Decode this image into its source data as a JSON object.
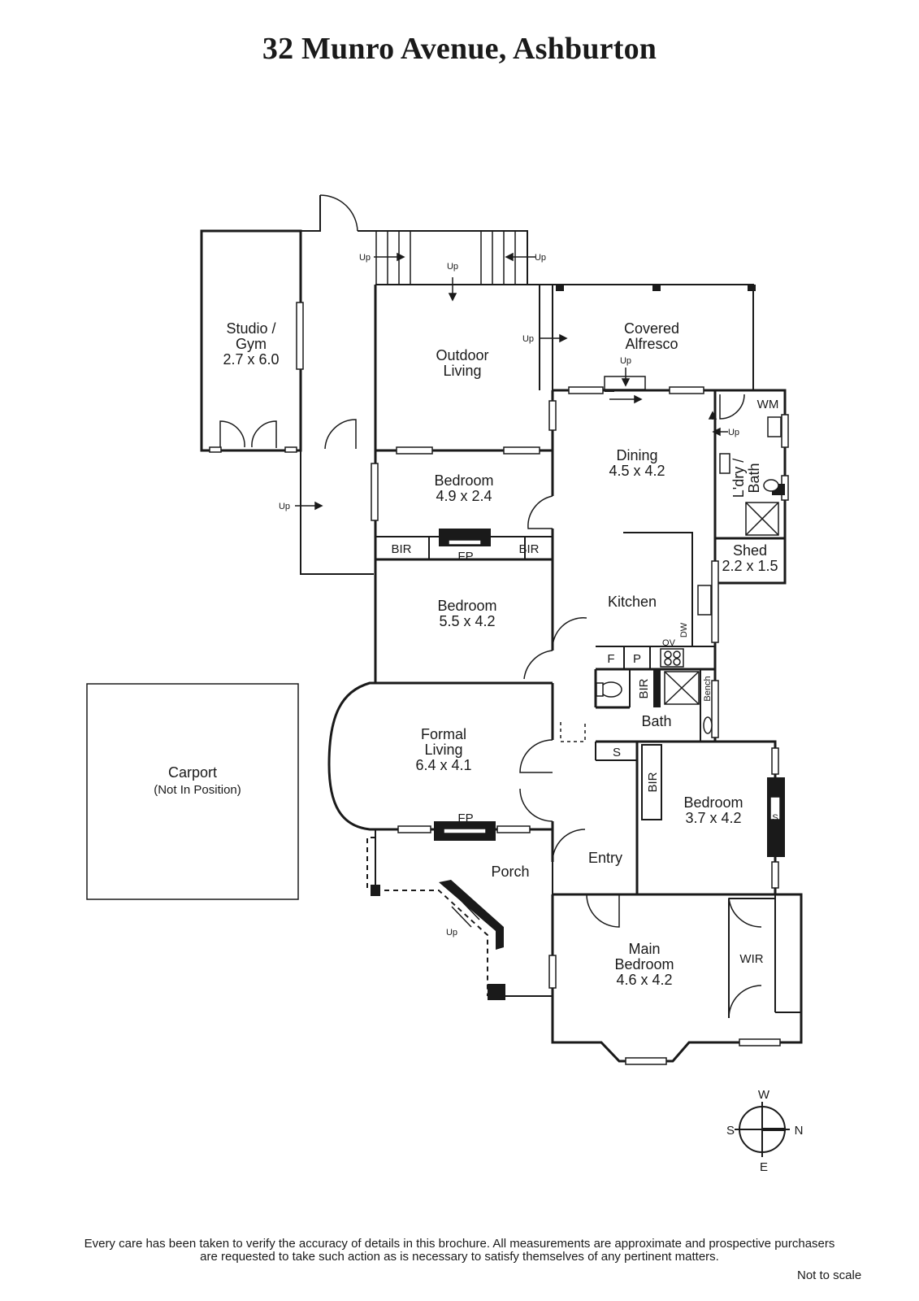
{
  "title": "32 Munro Avenue, Ashburton",
  "rooms": {
    "studio": {
      "name": "Studio /",
      "name2": "Gym",
      "dims": "2.7 x 6.0"
    },
    "outdoor": {
      "name": "Outdoor",
      "name2": "Living"
    },
    "alfresco": {
      "name": "Covered",
      "name2": "Alfresco"
    },
    "dining": {
      "name": "Dining",
      "dims": "4.5 x 4.2"
    },
    "bedroom_small": {
      "name": "Bedroom",
      "dims": "4.9 x 2.4"
    },
    "bedroom_mid": {
      "name": "Bedroom",
      "dims": "5.5 x 4.2"
    },
    "kitchen": {
      "name": "Kitchen"
    },
    "laundry": {
      "name": "L'dry /",
      "name2": "Bath"
    },
    "shed": {
      "name": "Shed",
      "dims": "2.2 x 1.5"
    },
    "formal": {
      "name": "Formal",
      "name2": "Living",
      "dims": "6.4 x 4.1"
    },
    "carport": {
      "name": "Carport",
      "note": "(Not In Position)"
    },
    "bath": {
      "name": "Bath"
    },
    "bedroom_east": {
      "name": "Bedroom",
      "dims": "3.7 x 4.2"
    },
    "entry": {
      "name": "Entry"
    },
    "porch": {
      "name": "Porch"
    },
    "main": {
      "name": "Main",
      "name2": "Bedroom",
      "dims": "4.6 x 4.2"
    },
    "wir": {
      "name": "WIR"
    }
  },
  "fixtures": {
    "up": "Up",
    "bir": "BIR",
    "fp": "FP",
    "wm": "WM",
    "f": "F",
    "p": "P",
    "s": "S",
    "ov": "OV",
    "dw": "DW",
    "bench": "Bench"
  },
  "compass": {
    "w": "W",
    "s": "S",
    "n": "N",
    "e": "E"
  },
  "disclaimer": {
    "line1": "Every care has been taken to verify the accuracy of details in this brochure.  All measurements are approximate and prospective purchasers",
    "line2": "are requested to take such action as is necessary to satisfy themselves of any pertinent matters."
  },
  "not_to_scale": "Not to scale"
}
